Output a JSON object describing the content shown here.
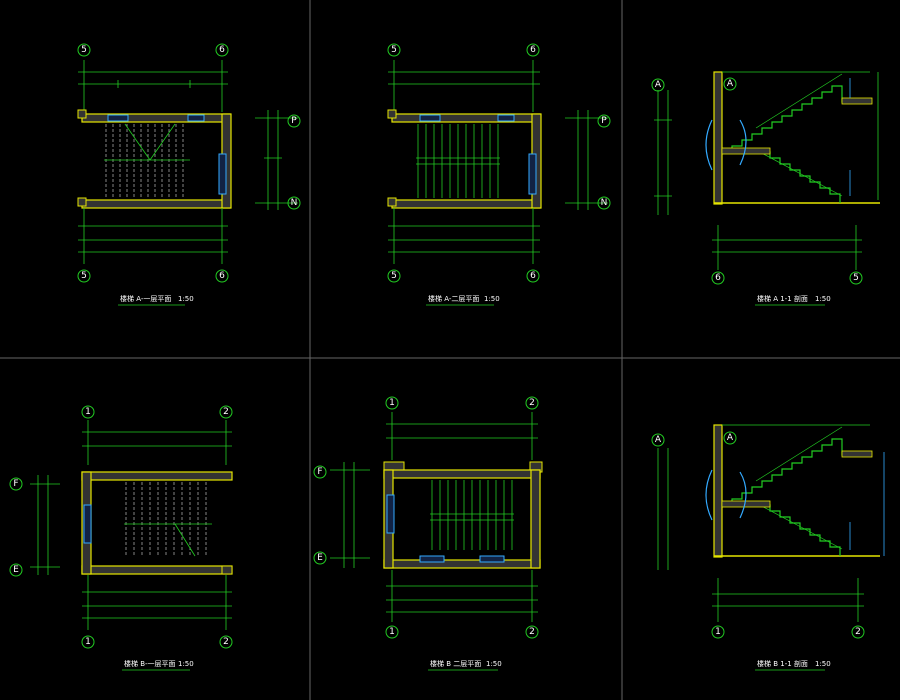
{
  "panels": [
    {
      "id": "p1",
      "title": "楼梯  A-一层平面",
      "scale": "1:50",
      "grid_top": [
        "5",
        "6"
      ],
      "grid_bottom": [
        "5",
        "6"
      ],
      "grid_side": [
        "P",
        "N"
      ]
    },
    {
      "id": "p2",
      "title": "楼梯  A-二层平面",
      "scale": "1:50",
      "grid_top": [
        "5",
        "6"
      ],
      "grid_bottom": [
        "5",
        "6"
      ],
      "grid_side": [
        "P",
        "N"
      ]
    },
    {
      "id": "p3",
      "title": "楼梯  A  1-1 剖面",
      "scale": "1:50",
      "grid_bottom": [
        "6",
        "5"
      ],
      "section_marks": [
        "A",
        "A"
      ]
    },
    {
      "id": "p4",
      "title": "楼梯  B-一层平面",
      "scale": "1:50",
      "grid_top": [
        "1",
        "2"
      ],
      "grid_bottom": [
        "1",
        "2"
      ],
      "grid_side": [
        "F",
        "E"
      ]
    },
    {
      "id": "p5",
      "title": "楼梯  B  二层平面",
      "scale": "1:50",
      "grid_top": [
        "1",
        "2"
      ],
      "grid_bottom": [
        "1",
        "2"
      ],
      "grid_side": [
        "F",
        "E"
      ]
    },
    {
      "id": "p6",
      "title": "楼梯  B  1-1 剖面",
      "scale": "1:50",
      "grid_bottom": [
        "1",
        "2"
      ],
      "section_marks": [
        "A",
        "A"
      ]
    }
  ],
  "colors": {
    "background": "#000000",
    "line": "#22cc22",
    "wall": "#e6e600",
    "window": "#33aaff",
    "text": "#ffffff",
    "divider": "#777777"
  }
}
